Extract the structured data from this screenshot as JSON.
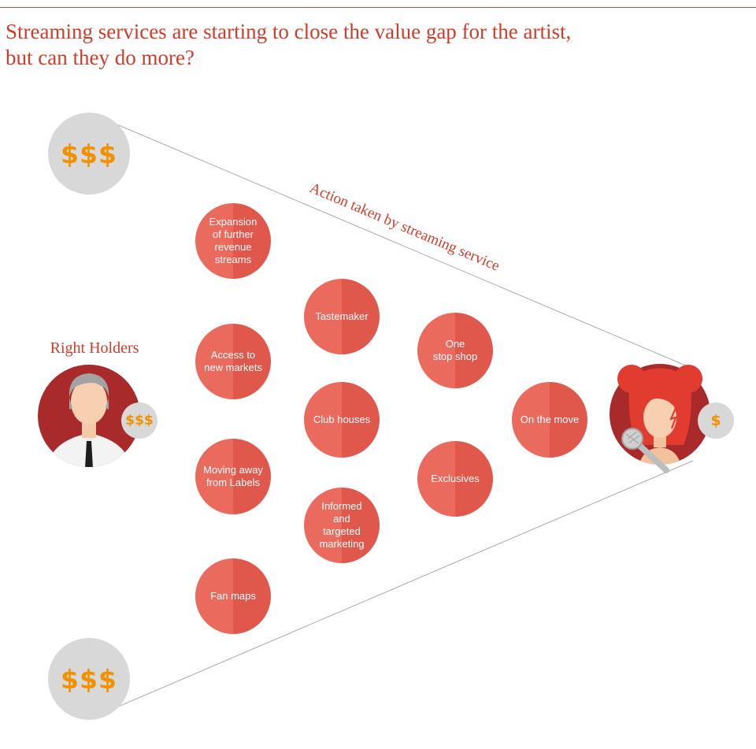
{
  "title": {
    "line1": "Streaming services are starting to close the value gap for the artist,",
    "line2": "but can they do more?"
  },
  "funnel_label": "Action taken by streaming service",
  "right_holders": {
    "label": "Right Holders",
    "badge": "$$$"
  },
  "artist": {
    "badge": "$"
  },
  "money": {
    "top": "$$$",
    "bottom": "$$$"
  },
  "actions": [
    "Expansion\nof further\nrevenue\nstreams",
    "Access to\nnew markets",
    "Moving away\nfrom Labels",
    "Fan maps",
    "Tastemaker",
    "Club houses",
    "Informed\nand\ntargeted\nmarketing",
    "One\nstop shop",
    "Exclusives",
    "On the move"
  ],
  "colors": {
    "accent": "#d13b2a",
    "bubble": "#e8665a",
    "money": "#f29100",
    "money_circle": "#d8d8d8"
  }
}
